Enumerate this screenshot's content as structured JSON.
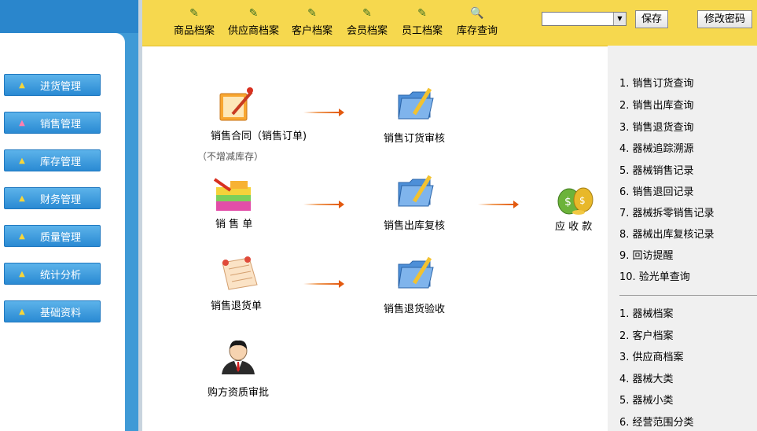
{
  "toolbar": {
    "items": [
      {
        "label": "商品档案",
        "icon": "edit-document-icon"
      },
      {
        "label": "供应商档案",
        "icon": "edit-document-icon"
      },
      {
        "label": "客户档案",
        "icon": "edit-document-icon"
      },
      {
        "label": "会员档案",
        "icon": "edit-document-icon"
      },
      {
        "label": "员工档案",
        "icon": "edit-document-icon"
      },
      {
        "label": "库存查询",
        "icon": "search-document-icon"
      }
    ],
    "select_value": "",
    "save_label": "保存",
    "change_password_label": "修改密码"
  },
  "sidebar": {
    "items": [
      {
        "label": "进货管理",
        "icon": "home-icon"
      },
      {
        "label": "销售管理",
        "icon": "home-icon",
        "selected": true
      },
      {
        "label": "库存管理",
        "icon": "home-icon"
      },
      {
        "label": "财务管理",
        "icon": "home-icon"
      },
      {
        "label": "质量管理",
        "icon": "home-icon"
      },
      {
        "label": "统计分析",
        "icon": "home-icon"
      },
      {
        "label": "基础资料",
        "icon": "home-icon"
      }
    ]
  },
  "flow": {
    "contract": {
      "label": "销售合同（销售订单)",
      "note": "（不增减库存）",
      "icon": "contract-pen-icon"
    },
    "order_review": {
      "label": "销售订货审核",
      "icon": "folder-pencil-icon"
    },
    "sales_slip": {
      "label": "销 售 单",
      "icon": "notepad-pencil-icon"
    },
    "outbound_review": {
      "label": "销售出库复核",
      "icon": "folder-pencil-icon"
    },
    "receivable": {
      "label": "应 收 款",
      "icon": "money-bag-icon"
    },
    "return_slip": {
      "label": "销售退货单",
      "icon": "scroll-paper-icon"
    },
    "return_check": {
      "label": "销售退货验收",
      "icon": "folder-pencil-icon"
    },
    "buyer_approval": {
      "label": "购方资质审批",
      "icon": "user-businessman-icon"
    }
  },
  "right_panel": {
    "links_top": [
      "1. 销售订货查询",
      "2. 销售出库查询",
      "3. 销售退货查询",
      "4. 器械追踪溯源",
      "5. 器械销售记录",
      "6. 销售退回记录",
      "7. 器械拆零销售记录",
      "8. 器械出库复核记录",
      "9. 回访提醒",
      "10. 验光单查询"
    ],
    "links_bottom": [
      "1. 器械档案",
      "2. 客户档案",
      "3. 供应商档案",
      "4. 器械大类",
      "5. 器械小类",
      "6. 经营范围分类"
    ]
  },
  "colors": {
    "sidebar_blue": "#3f9ad6",
    "toolbar_yellow": "#f6d84e",
    "button_blue": "#2a8ad3",
    "arrow_orange": "#e35a10"
  }
}
